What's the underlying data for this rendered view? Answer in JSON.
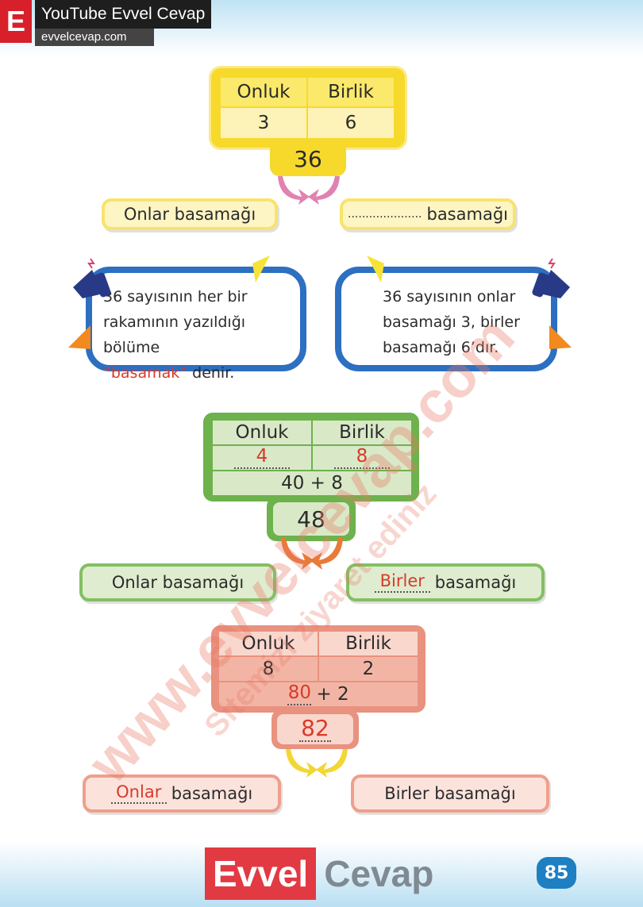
{
  "header": {
    "logo_letter": "E",
    "title": "YouTube Evvel Cevap",
    "url": "evvelcevap.com"
  },
  "block1": {
    "headers": [
      "Onluk",
      "Birlik"
    ],
    "values": [
      "3",
      "6"
    ],
    "number": "36",
    "left_label": "Onlar basamağı",
    "right_label_blank": ".....................",
    "right_label_word": "basamağı"
  },
  "info": {
    "left_lines": [
      "36 sayısının her bir",
      "rakamının yazıldığı bölüme"
    ],
    "left_highlight": "“basamak”",
    "left_end": "denir.",
    "right_lines": [
      "36 sayısının onlar",
      "basamağı 3, birler",
      "basamağı 6’dır."
    ]
  },
  "block2": {
    "headers": [
      "Onluk",
      "Birlik"
    ],
    "answers": [
      "4",
      "8"
    ],
    "expanded": "40 + 8",
    "number": "48",
    "left_label": "Onlar basamağı",
    "right_answer": "Birler",
    "right_label_word": "basamağı"
  },
  "block3": {
    "headers": [
      "Onluk",
      "Birlik"
    ],
    "values": [
      "8",
      "2"
    ],
    "expanded_answer": "80",
    "expanded_rest": "+ 2",
    "number_answer": "82",
    "left_answer": "Onlar",
    "left_label_word": "basamağı",
    "right_label": "Birler basamağı"
  },
  "footer": {
    "logo_a": "Evvel",
    "logo_b": "Cevap",
    "page_number": "85"
  },
  "watermark": {
    "main": "www.evvelcevap.com",
    "secondary": "Sitemizi ziyaret ediniz"
  },
  "colors": {
    "yellow": "#f7d92c",
    "green": "#6db24c",
    "salmon": "#e9927f",
    "blue": "#2d6fc0",
    "answer_red": "#d83a2a"
  }
}
